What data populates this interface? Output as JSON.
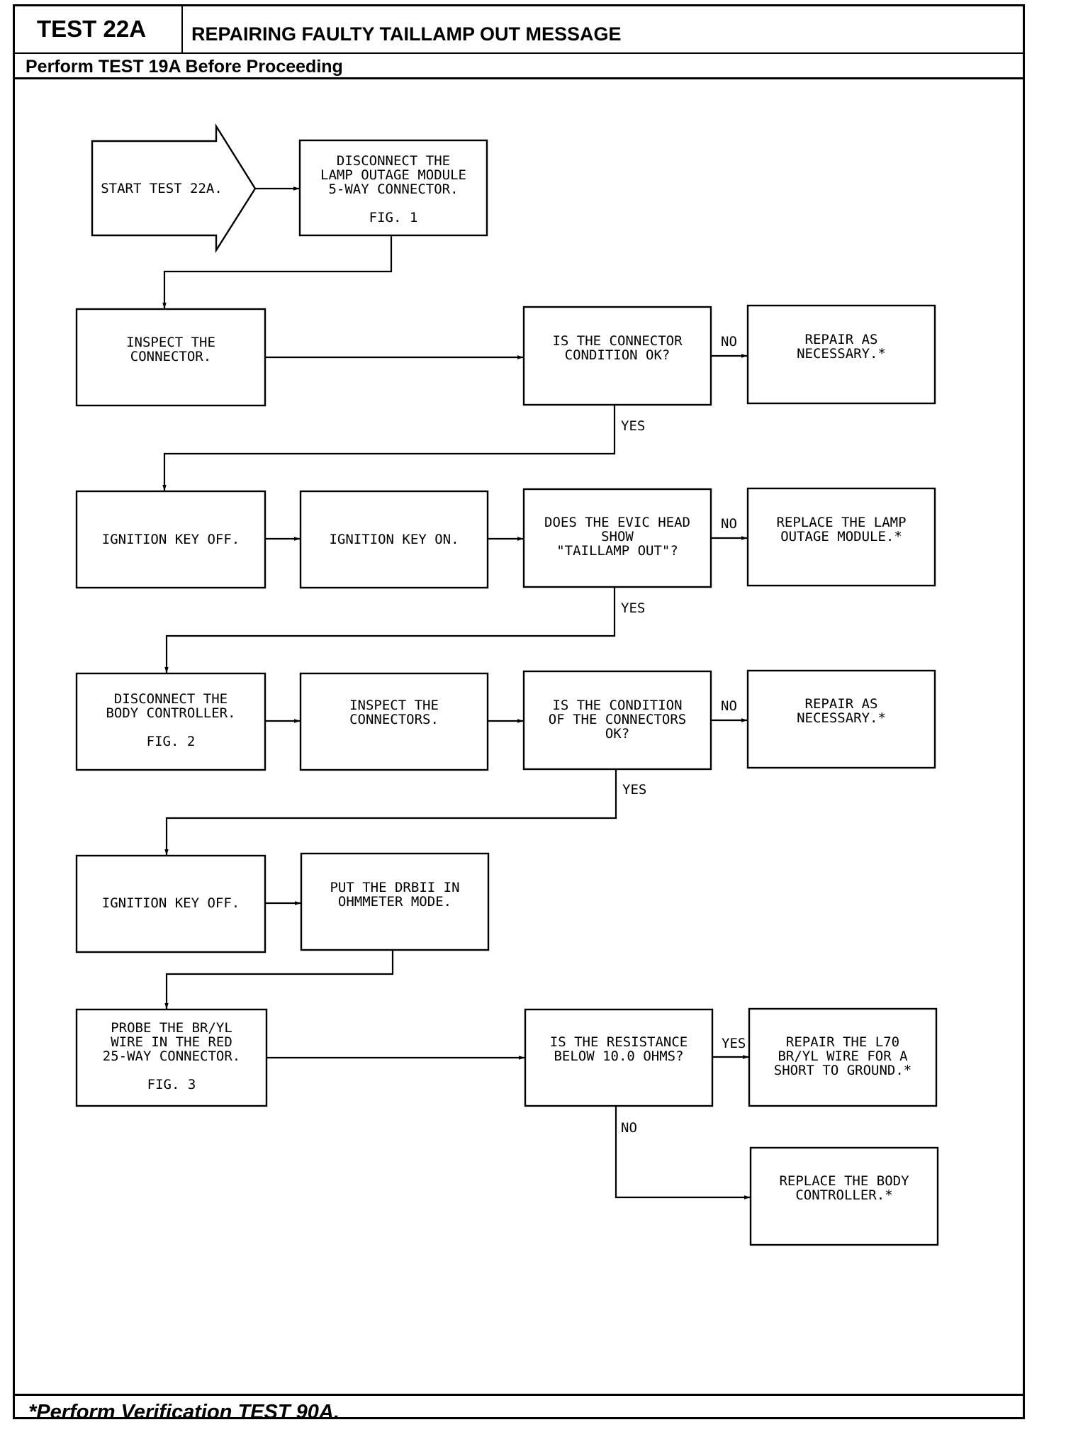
{
  "header": {
    "test_id": "TEST 22A",
    "title": "REPAIRING FAULTY TAILLAMP OUT MESSAGE",
    "prerequisite": "Perform TEST 19A Before Proceeding"
  },
  "footer": {
    "note": "*Perform Verification TEST 90A."
  },
  "flow": {
    "start": [
      "START TEST 22A."
    ],
    "disconnect_module": [
      "DISCONNECT THE",
      "LAMP OUTAGE MODULE",
      "5-WAY CONNECTOR.",
      "",
      "FIG. 1"
    ],
    "inspect_connector": [
      "INSPECT THE",
      "CONNECTOR."
    ],
    "q_connector_ok": [
      "IS THE CONNECTOR",
      "CONDITION OK?"
    ],
    "repair_1": [
      "REPAIR AS",
      "NECESSARY.*"
    ],
    "ign_off_1": [
      "IGNITION KEY OFF."
    ],
    "ign_on": [
      "IGNITION KEY ON."
    ],
    "q_evic": [
      "DOES THE EVIC HEAD",
      "SHOW",
      "\"TAILLAMP OUT\"?"
    ],
    "replace_module": [
      "REPLACE THE LAMP",
      "OUTAGE MODULE.*"
    ],
    "disconnect_body": [
      "DISCONNECT THE",
      "BODY CONTROLLER.",
      "",
      "FIG. 2"
    ],
    "inspect_connectors": [
      "INSPECT THE",
      "CONNECTORS."
    ],
    "q_connectors_ok": [
      "IS THE CONDITION",
      "OF THE CONNECTORS",
      "OK?"
    ],
    "repair_2": [
      "REPAIR AS",
      "NECESSARY.*"
    ],
    "ign_off_2": [
      "IGNITION KEY OFF."
    ],
    "drbii_ohm": [
      "PUT THE DRBII IN",
      "OHMMETER MODE."
    ],
    "probe": [
      "PROBE THE BR/YL",
      "WIRE IN THE RED",
      "25-WAY CONNECTOR.",
      "",
      "FIG. 3"
    ],
    "q_resistance": [
      "IS THE RESISTANCE",
      "BELOW 10.0 OHMS?"
    ],
    "repair_l70": [
      "REPAIR THE L70",
      "BR/YL WIRE FOR A",
      "SHORT TO GROUND.*"
    ],
    "replace_body": [
      "REPLACE THE BODY",
      "CONTROLLER.*"
    ]
  },
  "labels": {
    "no_1": "NO",
    "yes_1": "YES",
    "no_2": "NO",
    "yes_2": "YES",
    "no_3": "NO",
    "yes_3": "YES",
    "yes_4": "YES",
    "no_4": "NO"
  }
}
